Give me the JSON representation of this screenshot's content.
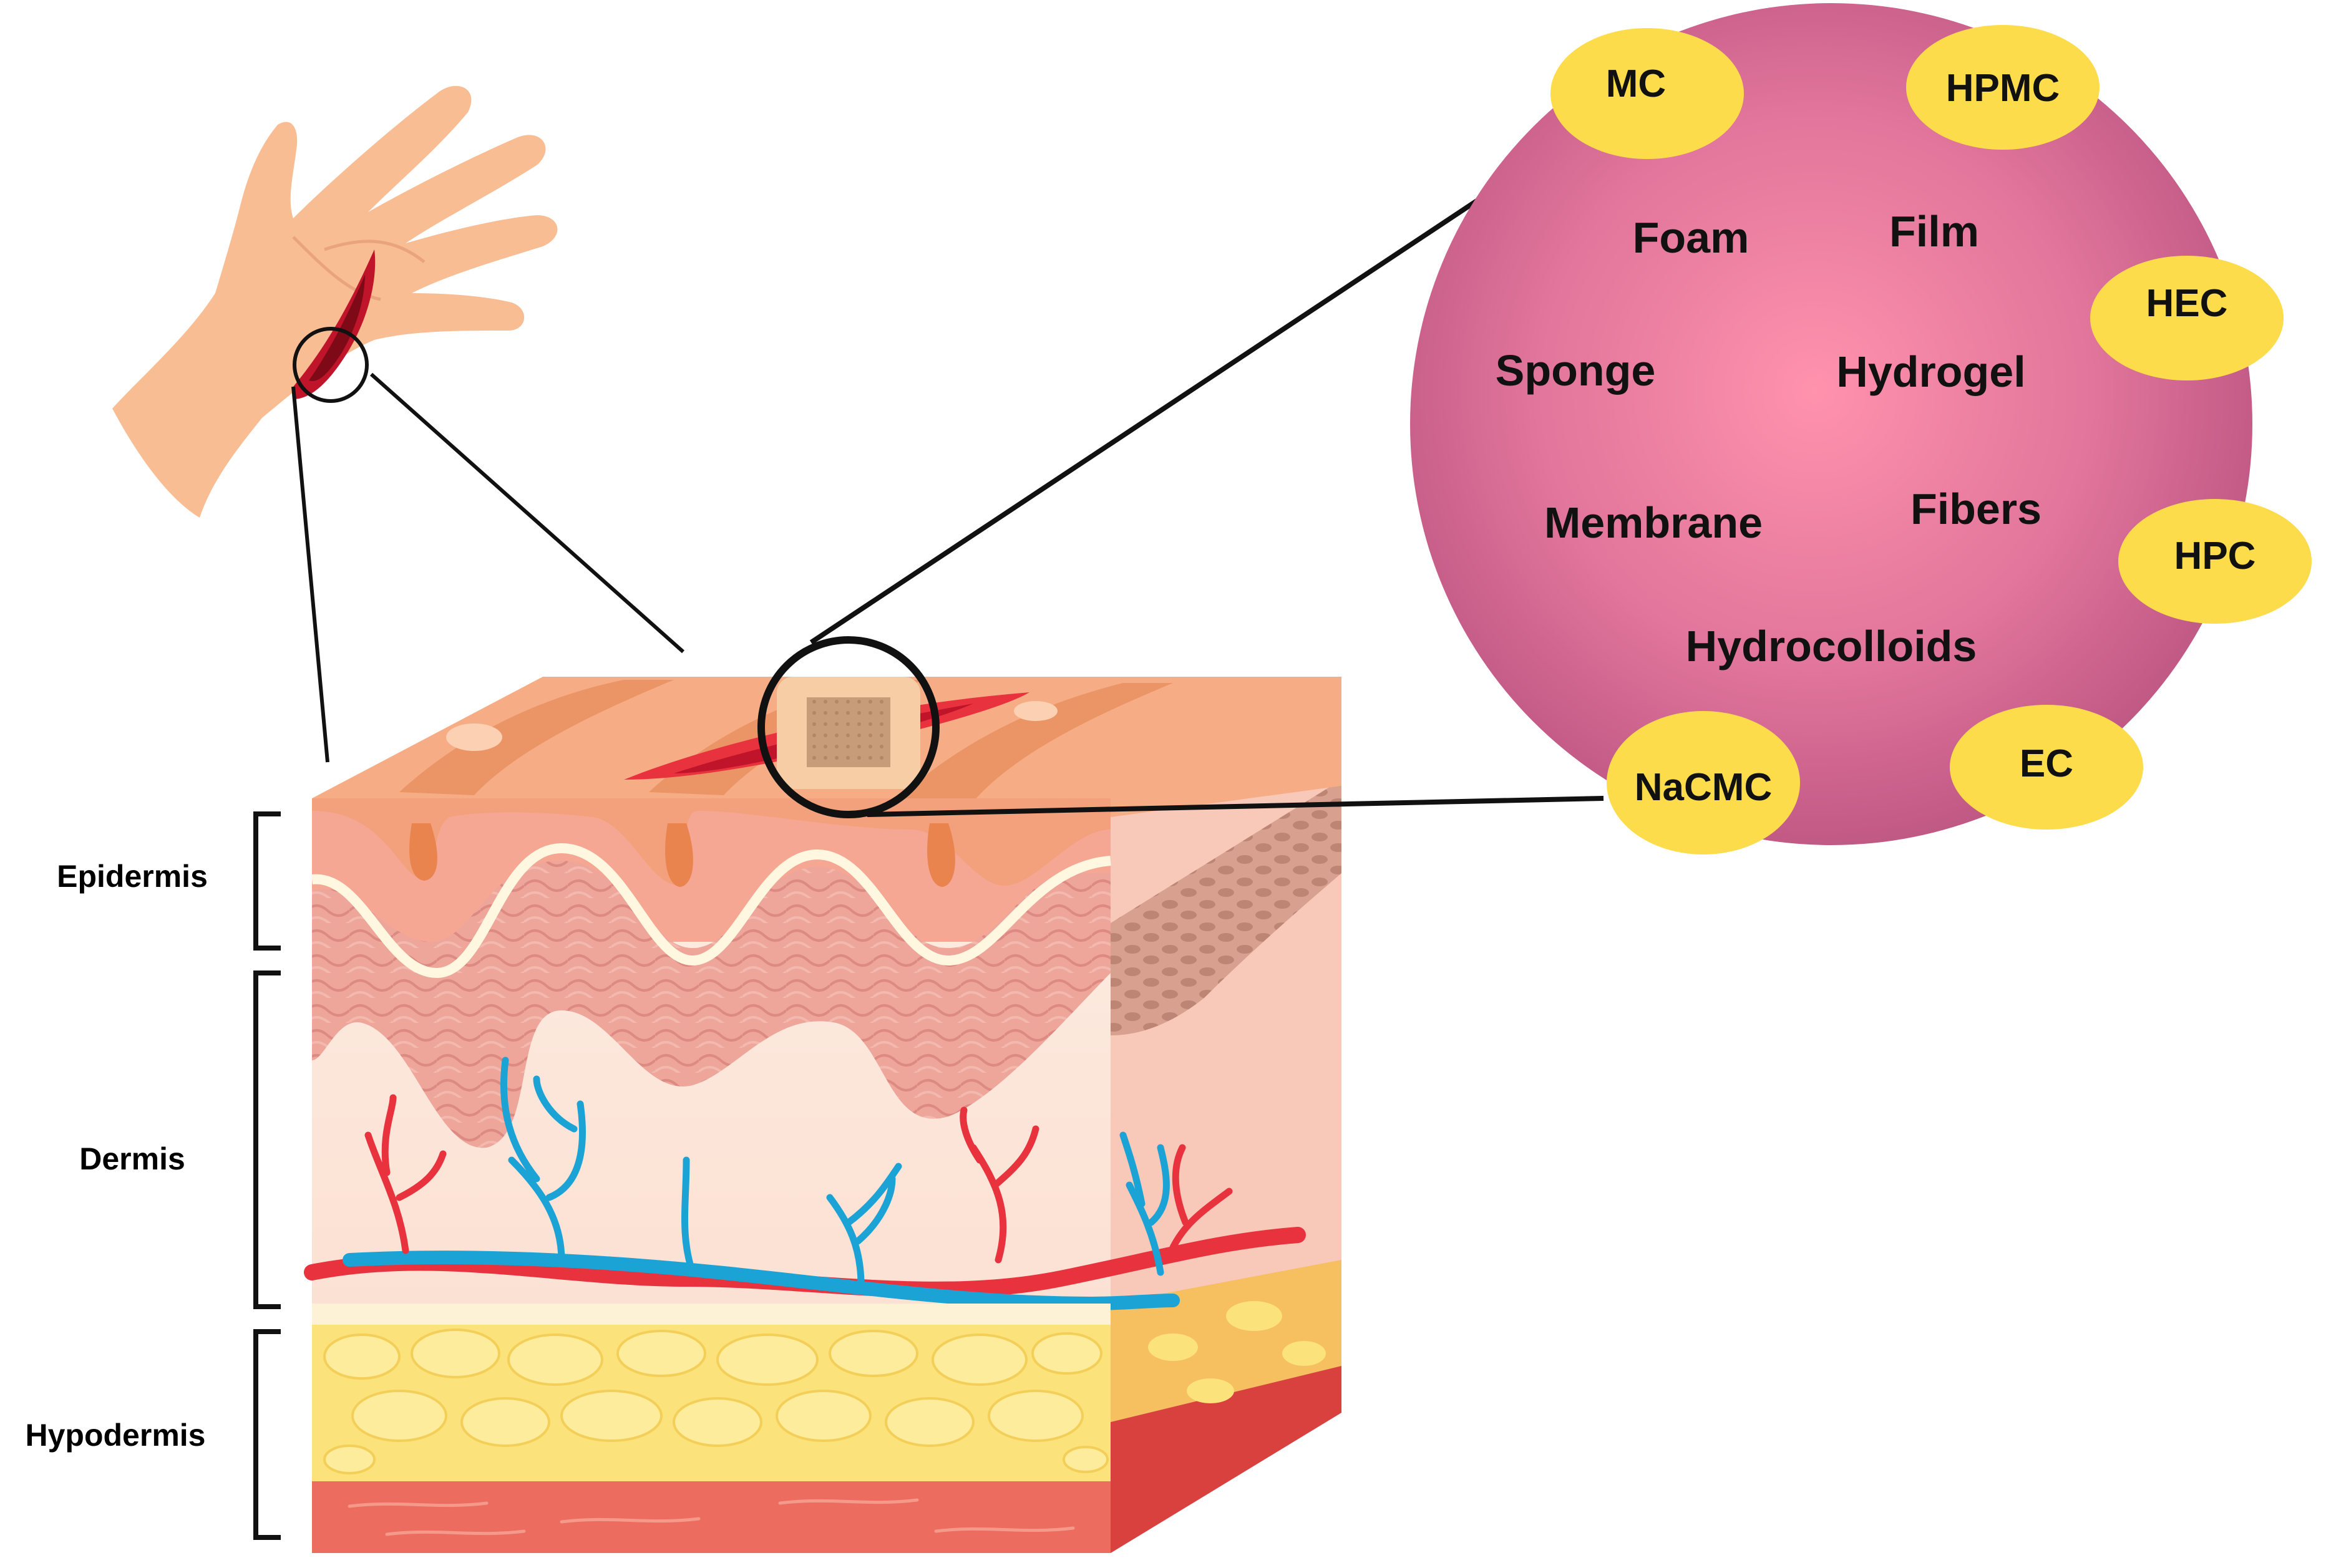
{
  "skin_layers": {
    "epidermis": "Epidermis",
    "dermis": "Dermis",
    "hypodermis": "Hypodermis"
  },
  "dressing_forms": [
    "Foam",
    "Film",
    "Sponge",
    "Hydrogel",
    "Membrane",
    "Fibers",
    "Hydrocolloids"
  ],
  "polymers": [
    "MC",
    "HPMC",
    "HEC",
    "HPC",
    "EC",
    "NaCMC"
  ],
  "colors": {
    "sphere_center": "#ff8fa8",
    "sphere_edge": "#c05a8a",
    "polymer_bubble": "#fddc4c",
    "artery": "#e8333f",
    "vein": "#1ba3d6",
    "fat": "#fbe27a",
    "skin": "#f9b997",
    "wound": "#c0142a"
  }
}
